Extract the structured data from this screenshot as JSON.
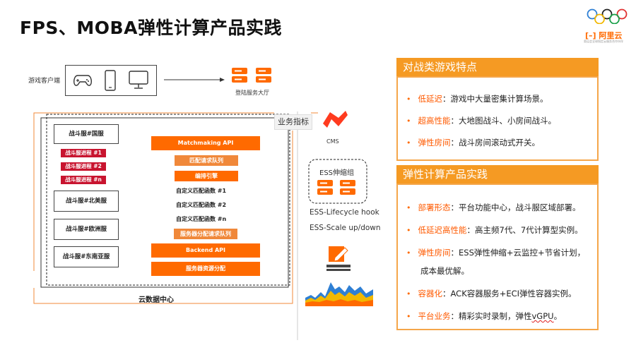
{
  "title": "FPS、MOBA弹性计算产品实践",
  "logo": {
    "brand": "阿里云",
    "subtitle": "奥运会全球指定云服务合作伙伴",
    "accent": "#ff6a00"
  },
  "diagram": {
    "client_label": "游戏客户端",
    "login_label": "登陆服务大厅",
    "regions": [
      "战斗服#国服",
      "战斗服#北美服",
      "战斗服#欧洲服",
      "战斗服#东南亚服"
    ],
    "processes": [
      "战斗服进程 #1",
      "战斗服进程 #2",
      "战斗服进程 #n"
    ],
    "matchmaking_api": "Matchmaking API",
    "match_queue": "匹配请求队列",
    "engine": "编排引擎",
    "custom_funcs": [
      "自定义匹配函数 #1",
      "自定义匹配函数 #2",
      "自定义匹配函数 #n"
    ],
    "server_queue": "服务器分配请求队列",
    "backend_api": "Backend API",
    "resource_alloc": "服务器资源分配",
    "business_tag": "业务指标",
    "cms_label": "CMS",
    "ess_group_label": "ESS伸缩组",
    "ess_lifecycle": "ESS-Lifecycle hook",
    "ess_scale": "ESS-Scale up/down",
    "datacenter_label": "云数据中心"
  },
  "panel1": {
    "title": "对战类游戏特点",
    "items": [
      {
        "key": "低延迟",
        "val": "：游戏中大量密集计算场景。"
      },
      {
        "key": "超高性能",
        "val": "：大地图战斗、小房间战斗。"
      },
      {
        "key": "弹性房间",
        "val": "：战斗房间滚动式开关。"
      }
    ]
  },
  "panel2": {
    "title": "弹性计算产品实践",
    "items": [
      {
        "key": "部署形态",
        "val": "：平台功能中心，战斗服区域部署。"
      },
      {
        "key": "低延迟高性能",
        "val": "：高主频7代、7代计算型实例。"
      },
      {
        "key": "弹性房间",
        "val": "：ESS弹性伸缩+云监控+节省计划，"
      },
      {
        "key": "",
        "val": "成本最优解。"
      },
      {
        "key": "容器化",
        "val": "：ACK容器服务+ECI弹性容器实例。"
      },
      {
        "key": "平台业务",
        "val": "：精彩实时录制，弹性",
        "val_wavy": "vGPU",
        "val_end": "。"
      }
    ]
  },
  "colors": {
    "orange": "#ff6a00",
    "panel_head": "#f59a23",
    "red": "#c8142f"
  }
}
